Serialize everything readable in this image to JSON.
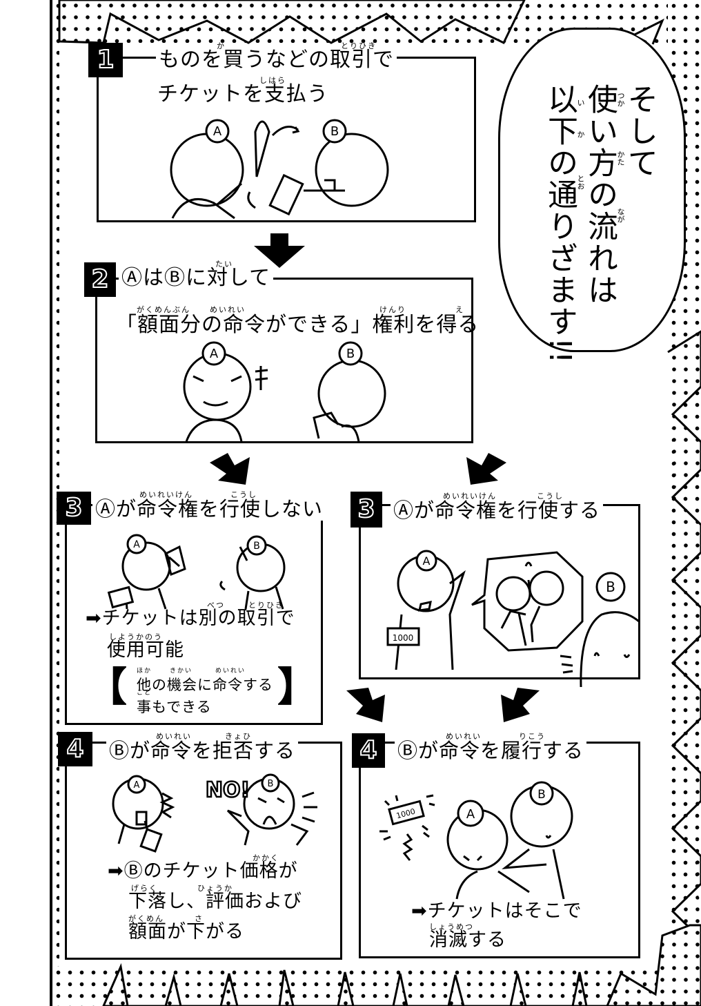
{
  "page": {
    "type": "manga-page",
    "palette": {
      "ink": "#000000",
      "paper": "#ffffff"
    }
  },
  "speech_bubble": {
    "columns": [
      "そして",
      "使い方の流れは",
      "以下の通りざます!!"
    ],
    "ruby": {
      "使": "つか",
      "方": "かた",
      "流": "なが",
      "以": "い",
      "下": "か",
      "通": "とお"
    }
  },
  "steps": [
    {
      "number": "1",
      "heading_lines": [
        "ものを買うなどの取引で",
        "チケットを支払う"
      ],
      "ruby": [
        {
          "base": "買",
          "reading": "か"
        },
        {
          "base": "取引",
          "reading": "とりひき"
        },
        {
          "base": "支払",
          "reading": "しはら"
        }
      ],
      "characters": [
        "A",
        "B"
      ],
      "props": [
        "carrot",
        "ticket",
        "exchange-arrows"
      ]
    },
    {
      "number": "2",
      "heading_lines": [
        "ⒶはⒷに対して",
        "「額面分の命令ができる」権利を得る"
      ],
      "ruby": [
        {
          "base": "対",
          "reading": "たい"
        },
        {
          "base": "額面分",
          "reading": "がくめんぶん"
        },
        {
          "base": "命令",
          "reading": "めいれい"
        },
        {
          "base": "権利",
          "reading": "けんり"
        },
        {
          "base": "得",
          "reading": "え"
        }
      ],
      "characters": [
        "A",
        "B"
      ]
    },
    {
      "number": "3",
      "variant": "left",
      "heading": "Ⓐが命令権を行使しない",
      "ruby": [
        {
          "base": "命令権",
          "reading": "めいれいけん"
        },
        {
          "base": "行使",
          "reading": "こうし"
        }
      ],
      "result_lines": [
        "➡チケットは別の取引で",
        "使用可能"
      ],
      "result_ruby": [
        {
          "base": "別",
          "reading": "べつ"
        },
        {
          "base": "取引",
          "reading": "とりひき"
        },
        {
          "base": "使用可能",
          "reading": "しようかのう"
        }
      ],
      "note_lines": [
        "他の機会に命令する",
        "事もできる"
      ],
      "note_ruby": [
        {
          "base": "他",
          "reading": "ほか"
        },
        {
          "base": "機会",
          "reading": "きかい"
        },
        {
          "base": "命令",
          "reading": "めいれい"
        },
        {
          "base": "事",
          "reading": "こと"
        }
      ],
      "bracket_open": "【",
      "bracket_close": "】",
      "characters": [
        "A",
        "B"
      ]
    },
    {
      "number": "3",
      "variant": "right",
      "heading": "Ⓐが命令権を行使する",
      "ruby": [
        {
          "base": "命令権",
          "reading": "めいれいけん"
        },
        {
          "base": "行使",
          "reading": "こうし"
        }
      ],
      "ticket_value": "1000",
      "characters": [
        "A",
        "B"
      ]
    },
    {
      "number": "4",
      "variant": "left",
      "heading": "Ⓑが命令を拒否する",
      "ruby": [
        {
          "base": "命令",
          "reading": "めいれい"
        },
        {
          "base": "拒否",
          "reading": "きょひ"
        }
      ],
      "sfx": "NO!",
      "result_lines": [
        "➡Ⓑのチケット価格が",
        "下落し、評価および",
        "額面が下がる"
      ],
      "result_ruby": [
        {
          "base": "価格",
          "reading": "かかく"
        },
        {
          "base": "下落",
          "reading": "げらく"
        },
        {
          "base": "評価",
          "reading": "ひょうか"
        },
        {
          "base": "額面",
          "reading": "がくめん"
        },
        {
          "base": "下",
          "reading": "さ"
        }
      ],
      "characters": [
        "A",
        "B"
      ]
    },
    {
      "number": "4",
      "variant": "right",
      "heading": "Ⓑが命令を履行する",
      "ruby": [
        {
          "base": "命令",
          "reading": "めいれい"
        },
        {
          "base": "履行",
          "reading": "りこう"
        }
      ],
      "ticket_value": "1000",
      "result_lines": [
        "➡チケットはそこで",
        "消滅する"
      ],
      "result_ruby": [
        {
          "base": "消滅",
          "reading": "しょうめつ"
        }
      ],
      "characters": [
        "A",
        "B"
      ]
    }
  ]
}
